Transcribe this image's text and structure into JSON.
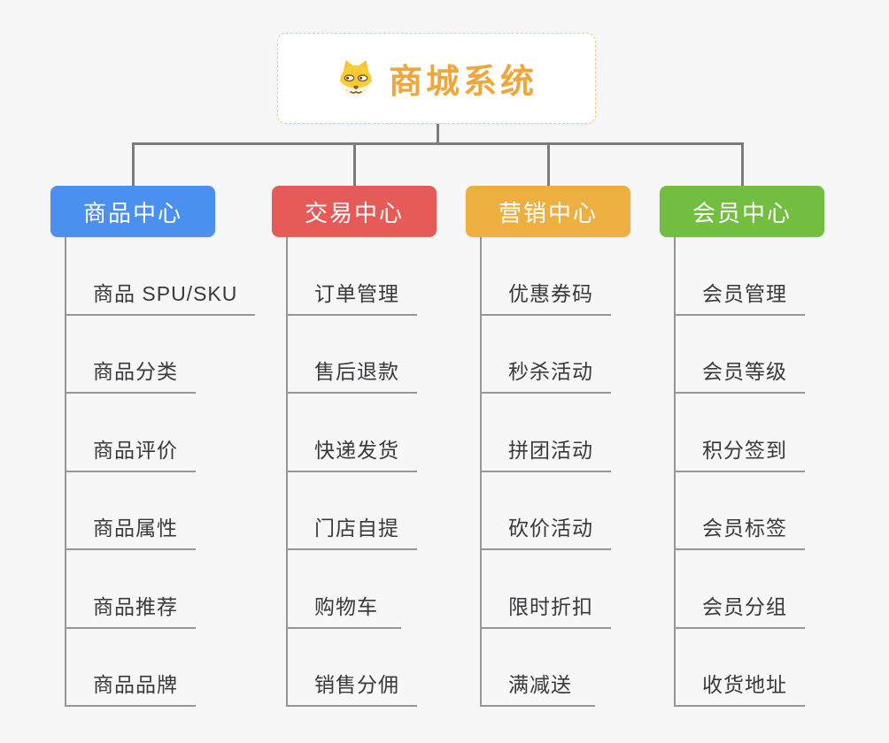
{
  "root": {
    "title": "商城系统",
    "icon": "dog-face"
  },
  "branches": [
    {
      "label": "商品中心",
      "color": "#4B90EE",
      "children": [
        "商品 SPU/SKU",
        "商品分类",
        "商品评价",
        "商品属性",
        "商品推荐",
        "商品品牌"
      ]
    },
    {
      "label": "交易中心",
      "color": "#E65B58",
      "children": [
        "订单管理",
        "售后退款",
        "快递发货",
        "门店自提",
        "购物车",
        "销售分佣"
      ]
    },
    {
      "label": "营销中心",
      "color": "#EDAF40",
      "children": [
        "优惠券码",
        "秒杀活动",
        "拼团活动",
        "砍价活动",
        "限时折扣",
        "满减送"
      ]
    },
    {
      "label": "会员中心",
      "color": "#72BE41",
      "children": [
        "会员管理",
        "会员等级",
        "积分签到",
        "会员标签",
        "会员分组",
        "收货地址"
      ]
    }
  ],
  "colors": {
    "background": "#F7F7F7",
    "root_text": "#F0A63A",
    "root_border": "#F3C87E",
    "connector": "#7C7C7C",
    "child_line": "#969696",
    "child_text": "#39393D"
  }
}
